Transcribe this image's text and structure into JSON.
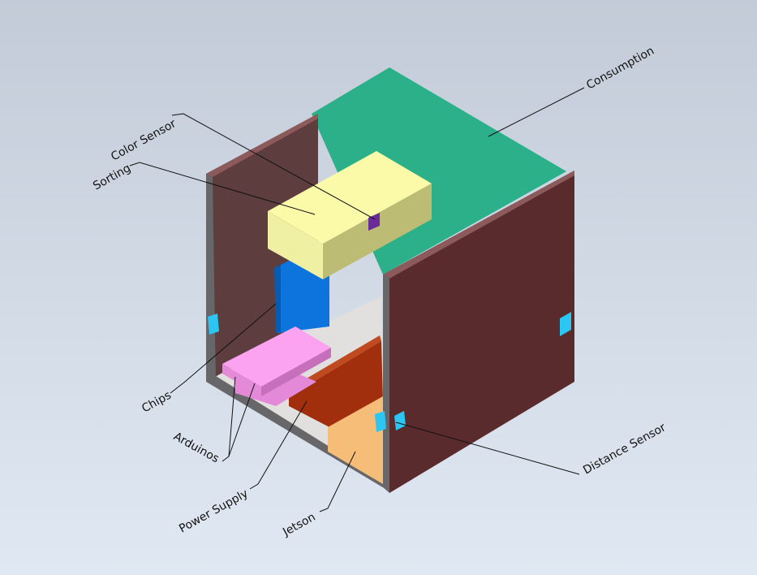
{
  "labels": {
    "consumption": "Consumption",
    "color_sensor": "Color Sensor",
    "sorting": "Sorting",
    "chips": "Chips",
    "arduinos": "Arduinos",
    "power_supply": "Power Supply",
    "jetson": "Jetson",
    "distance_sensor": "Distance Sensor"
  },
  "colors": {
    "consumption_panel": "#2bb08a",
    "left_wall": "#5d3d3e",
    "right_wall": "#5a2b2c",
    "wall_edge": "#676769",
    "floor": "#e2e0de",
    "sorting_box": "#fafaa8",
    "color_sensor": "#6a2a98",
    "chips": "#0c74dc",
    "arduinos": "#fba3f1",
    "power_supply": "#a12f0d",
    "jetson": "#f6bd78",
    "distance_sensor": "#2cc6f3"
  }
}
